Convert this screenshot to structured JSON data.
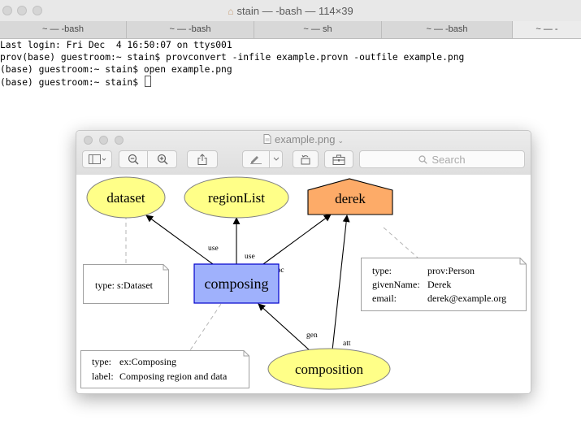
{
  "terminal": {
    "title": "stain — -bash — 114×39",
    "tabs": [
      "~ — -bash",
      "~ — -bash",
      "~ — sh",
      "~ — -bash",
      "~ — -"
    ],
    "lines": [
      "Last login: Fri Dec  4 16:50:07 on ttys001",
      "prov(base) guestroom:~ stain$ provconvert -infile example.provn -outfile example.png",
      "(base) guestroom:~ stain$ open example.png",
      "(base) guestroom:~ stain$ "
    ]
  },
  "preview": {
    "title": "example.png",
    "search_placeholder": "Search"
  },
  "diagram": {
    "nodes": {
      "dataset": "dataset",
      "regionList": "regionList",
      "derek": "derek",
      "composing": "composing",
      "composition": "composition"
    },
    "edges": {
      "use1": "use",
      "use2": "use",
      "assoc": "assoc",
      "gen": "gen",
      "att": "att"
    },
    "notes": {
      "dataset": {
        "type": "type: s:Dataset"
      },
      "derek": {
        "type_key": "type:",
        "type_val": "prov:Person",
        "given_key": "givenName:",
        "given_val": "Derek",
        "email_key": "email:",
        "email_val": "derek@example.org"
      },
      "composing": {
        "type_key": "type:",
        "type_val": "ex:Composing",
        "label_key": "label:",
        "label_val": "Composing region and data"
      }
    },
    "colors": {
      "entity": "#ffff88",
      "activity": "#9fb1fc",
      "agent": "#fed37f"
    }
  }
}
